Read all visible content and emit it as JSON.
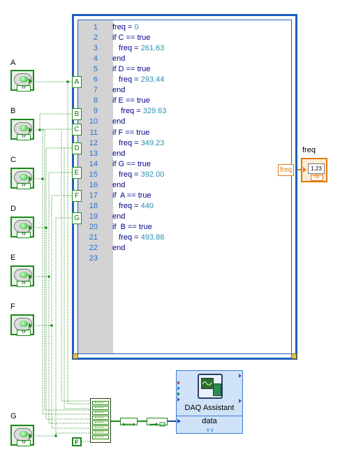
{
  "controls": [
    {
      "label": "A",
      "tf": "TF"
    },
    {
      "label": "B",
      "tf": "TF"
    },
    {
      "label": "C",
      "tf": "TF"
    },
    {
      "label": "D",
      "tf": "TF"
    },
    {
      "label": "E",
      "tf": "TF"
    },
    {
      "label": "F",
      "tf": "TF"
    },
    {
      "label": "G",
      "tf": "TF"
    }
  ],
  "formula_node": {
    "line_numbers": [
      "1",
      "2",
      "3",
      "4",
      "5",
      "6",
      "7",
      "8",
      "9",
      "10",
      "11",
      "12",
      "13",
      "14",
      "15",
      "16",
      "17",
      "18",
      "19",
      "20",
      "21",
      "22",
      "23"
    ],
    "lines": [
      {
        "text": "freq = ",
        "num": "0"
      },
      {
        "text": "if C == true",
        "num": ""
      },
      {
        "text": "   freq = ",
        "num": "261.63"
      },
      {
        "text": "end",
        "num": ""
      },
      {
        "text": "if D == true",
        "num": ""
      },
      {
        "text": "   freq = ",
        "num": "293.44"
      },
      {
        "text": "end",
        "num": ""
      },
      {
        "text": "if E == true",
        "num": ""
      },
      {
        "text": "    freq = ",
        "num": "329.63"
      },
      {
        "text": "end",
        "num": ""
      },
      {
        "text": "if F == true",
        "num": ""
      },
      {
        "text": "   freq = ",
        "num": "349.23"
      },
      {
        "text": "end",
        "num": ""
      },
      {
        "text": "if G == true",
        "num": ""
      },
      {
        "text": "   freq = ",
        "num": "392.00"
      },
      {
        "text": "end",
        "num": ""
      },
      {
        "text": "if  A == true",
        "num": ""
      },
      {
        "text": "   freq = ",
        "num": "440"
      },
      {
        "text": "end",
        "num": ""
      },
      {
        "text": "if  B == true",
        "num": ""
      },
      {
        "text": "   freq = ",
        "num": "493.88"
      },
      {
        "text": "end",
        "num": ""
      },
      {
        "text": "",
        "num": ""
      }
    ],
    "inputs": [
      "A",
      "B",
      "C",
      "D",
      "E",
      "F",
      "G"
    ],
    "output": "freq"
  },
  "indicator": {
    "label": "freq",
    "display": "1.23",
    "type": "DBL"
  },
  "bool_constant": "F",
  "daq": {
    "title": "DAQ Assistant",
    "terminal": "data",
    "chevron": "∨∨"
  },
  "colors": {
    "boolean_wire": "#1b8a1b",
    "numeric_wire": "#e07a10",
    "dynamic_wire": "#1a3fa0",
    "structure": "#1f5fbf"
  }
}
